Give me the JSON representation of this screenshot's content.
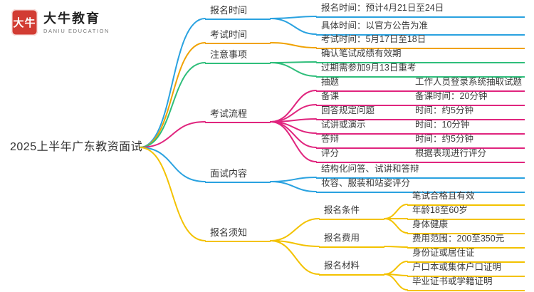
{
  "logo": {
    "seal_text": "大牛",
    "brand": "大牛教育",
    "subtitle": "DANIU EDUCATION"
  },
  "root": {
    "label": "2025上半年广东教资面试"
  },
  "colors": {
    "blue": "#2aa2e0",
    "orange": "#f0a202",
    "green": "#2fbe7b",
    "pink": "#e0257e",
    "yellow": "#f3c200",
    "seal": "#d23c33"
  },
  "branches": {
    "signup_time": {
      "label": "报名时间",
      "children": [
        "报名时间：预计4月21日至24日",
        "具体时间：以官方公告为准"
      ]
    },
    "exam_time": {
      "label": "考试时间",
      "children": [
        "考试时间：5月17日至18日"
      ]
    },
    "notes": {
      "label": "注意事项",
      "children": [
        "确认笔试成绩有效期",
        "过期需参加9月13日重考"
      ]
    },
    "exam_flow": {
      "label": "考试流程",
      "rows": [
        {
          "step": "抽题",
          "detail": "工作人员登录系统抽取试题"
        },
        {
          "step": "备课",
          "detail": "备课时间：20分钟"
        },
        {
          "step": "回答规定问题",
          "detail": "时间：约5分钟"
        },
        {
          "step": "试讲或演示",
          "detail": "时间：10分钟"
        },
        {
          "step": "答辩",
          "detail": "时间：约5分钟"
        },
        {
          "step": "评分",
          "detail": "根据表现进行评分"
        }
      ]
    },
    "interview_content": {
      "label": "面试内容",
      "children": [
        "结构化问答、试讲和答辩",
        "妆容、服装和站姿评分"
      ]
    },
    "signup_info": {
      "label": "报名须知",
      "groups": [
        {
          "label": "报名条件",
          "items": [
            "笔试合格且有效",
            "年龄18至60岁",
            "身体健康"
          ]
        },
        {
          "label": "报名费用",
          "items": [
            "费用范围：200至350元"
          ]
        },
        {
          "label": "报名材料",
          "items": [
            "身份证或居住证",
            "户口本或集体户口证明",
            "毕业证书或学籍证明"
          ]
        }
      ]
    }
  }
}
